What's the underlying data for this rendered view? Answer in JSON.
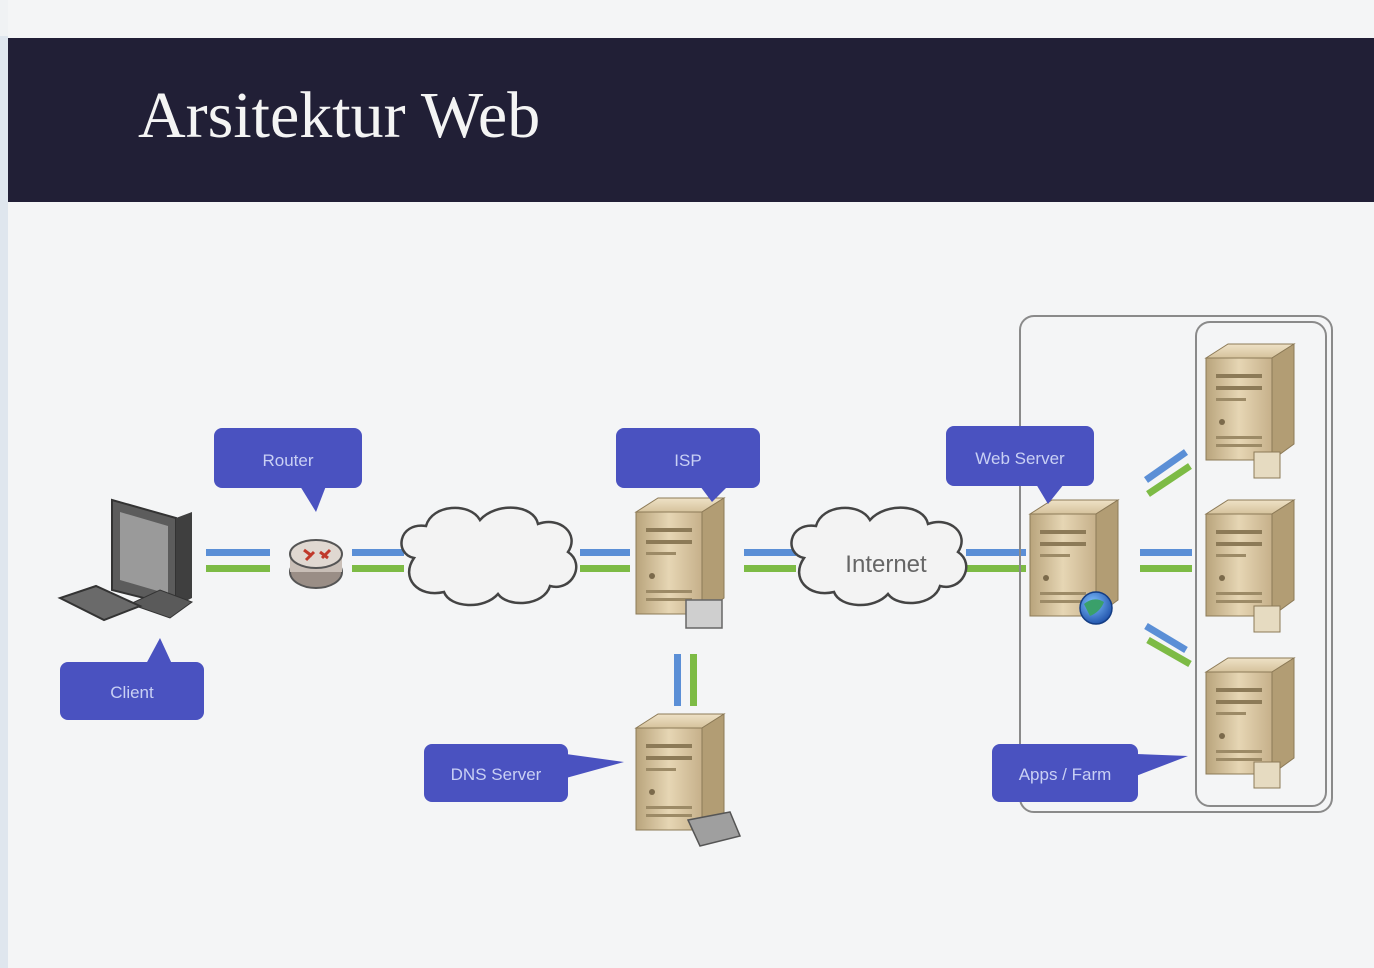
{
  "title": "Arsitektur Web",
  "labels": {
    "client": "Client",
    "router": "Router",
    "isp": "ISP",
    "dns_server": "DNS Server",
    "web_server": "Web Server",
    "app_farm": "Apps / Farm",
    "internet": "Internet"
  },
  "colors": {
    "header_bg": "#211f36",
    "callout": "#4a52c0",
    "link_blue": "#5b8fd6",
    "link_green": "#7dbb45",
    "server_beige": "#d9c7a3"
  },
  "icons": [
    "computer-icon",
    "router-icon",
    "cloud-icon",
    "server-icon",
    "globe-icon"
  ]
}
